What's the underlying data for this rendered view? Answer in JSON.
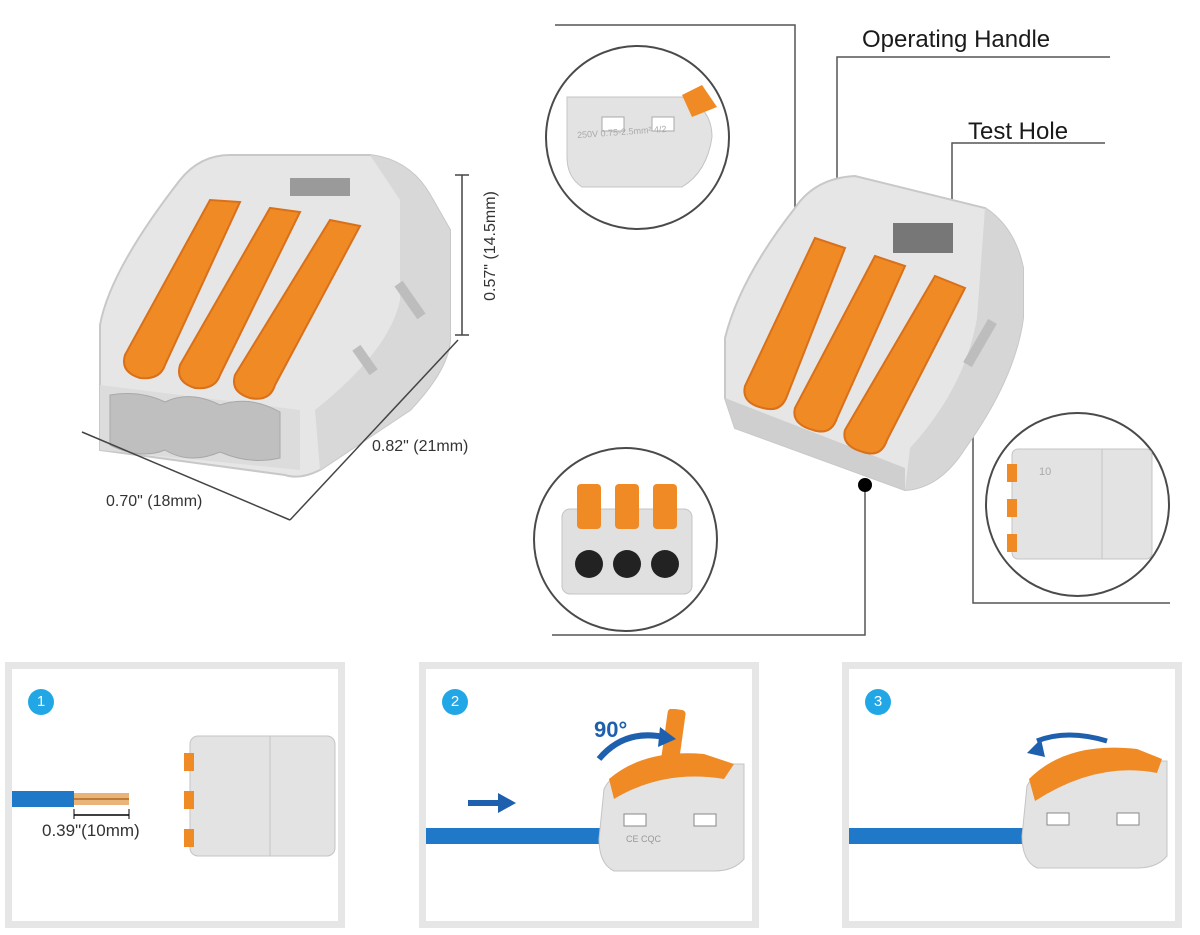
{
  "labels": {
    "operating_handle": "Operating Handle",
    "test_hole": "Test Hole"
  },
  "dimensions": {
    "height": "0.57\" (14.5mm)",
    "depth": "0.82\" (21mm)",
    "width": "0.70\" (18mm)",
    "strip_length": "0.39\"(10mm)"
  },
  "product_markings": {
    "side_rating": "250V 0.75-2.5mm² 4/2",
    "strip_gauge": "10",
    "cert_marks": "CE CQC"
  },
  "steps": [
    {
      "number": "1"
    },
    {
      "number": "2",
      "rotation": "90°"
    },
    {
      "number": "3"
    }
  ],
  "colors": {
    "orange": "#f08a24",
    "orange_dark": "#d9701a",
    "housing": "#e4e4e4",
    "housing_shade": "#c9c9c9",
    "wire_blue": "#1f78c8",
    "badge_blue": "#22a7e6",
    "arrow_blue": "#1e5fae"
  },
  "icons": [
    "pointer-dot-icon",
    "insert-arrow-icon",
    "rotate-arrow-icon"
  ]
}
